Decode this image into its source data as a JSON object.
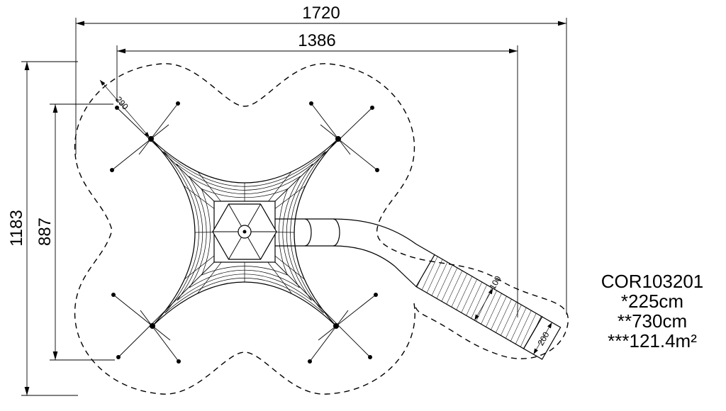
{
  "legend": {
    "product_code": "COR103201",
    "note_height": "*225cm",
    "note_length": "**730cm",
    "note_area": "***121.4m²"
  },
  "dimensions": {
    "overall_width": "1720",
    "equipment_width": "1386",
    "overall_depth": "1183",
    "equipment_depth": "887",
    "anchor_offset": "290",
    "slide_width": "100",
    "slide_end_length": "200"
  },
  "colors": {
    "line": "#000000",
    "background": "#ffffff"
  }
}
